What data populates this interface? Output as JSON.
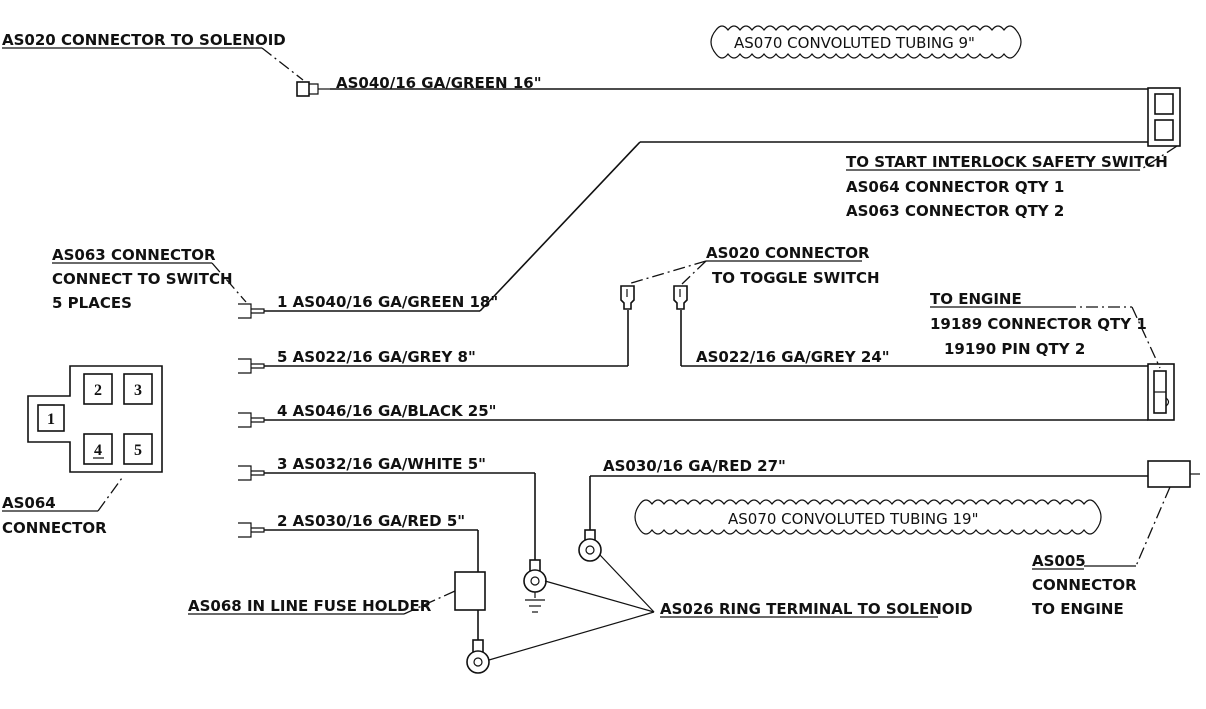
{
  "labels": {
    "as020_solenoid": "AS020 CONNECTOR TO SOLENOID",
    "tubing_9": "AS070 CONVOLUTED TUBING 9\"",
    "wire_green_16": "AS040/16 GA/GREEN 16\"",
    "interlock_title": "TO START INTERLOCK SAFETY SWITCH",
    "interlock_line2": "AS064 CONNECTOR QTY 1",
    "interlock_line3": "AS063 CONNECTOR QTY 2",
    "as063_line1": "AS063 CONNECTOR",
    "as063_line2": "CONNECT TO SWITCH",
    "as063_line3": "5 PLACES",
    "as020_toggle_line1": "AS020 CONNECTOR",
    "as020_toggle_line2": "TO TOGGLE SWITCH",
    "engine_title": "TO ENGINE",
    "engine_line2": "19189 CONNECTOR QTY 1",
    "engine_line3": "19190 PIN QTY 2",
    "wire_1": "1 AS040/16 GA/GREEN 18\"",
    "wire_5": "5  AS022/16 GA/GREY 8\"",
    "wire_grey_24": "AS022/16 GA/GREY 24\"",
    "wire_4": "4  AS046/16 GA/BLACK 25\"",
    "wire_3": "3  AS032/16 GA/WHITE 5\"",
    "wire_red_27": "AS030/16 GA/RED 27\"",
    "tubing_19": "AS070 CONVOLUTED TUBING 19\"",
    "wire_2": "2  AS030/16 GA/RED 5\"",
    "fuse_holder": "AS068 IN LINE FUSE HOLDER",
    "ring_terminal": "AS026 RING TERMINAL TO SOLENOID",
    "as005_line1": "AS005",
    "as005_line2": "CONNECTOR",
    "as005_line3": "TO ENGINE",
    "as064_line1": "AS064",
    "as064_line2": "CONNECTOR"
  },
  "pins": [
    "1",
    "2",
    "3",
    "4",
    "5"
  ]
}
